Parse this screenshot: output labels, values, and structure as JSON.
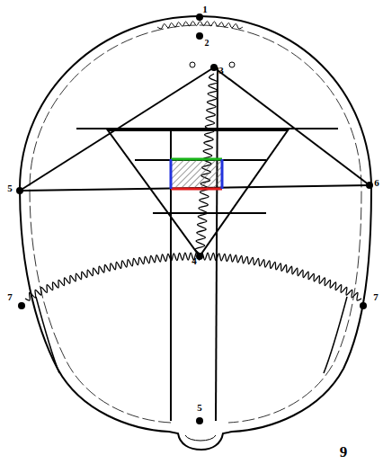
{
  "diagram": {
    "labels": [
      "1",
      "2",
      "3",
      "5",
      "6",
      "4",
      "7",
      "7",
      "5",
      "9"
    ]
  }
}
